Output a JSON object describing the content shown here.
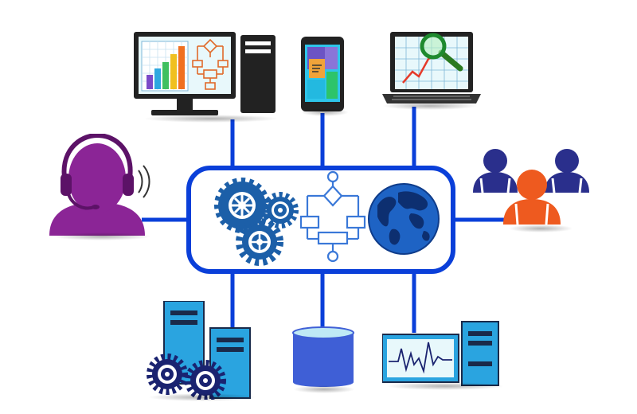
{
  "colors": {
    "connector": "#0a3fd9",
    "gear": "#1c5fa8",
    "globe": "#1e63c4",
    "headset_user": "#8b2596",
    "team_lead": "#ee5a1f",
    "team_member": "#2a2f8c",
    "server": "#2aa4e0",
    "database": "#3f5fd6",
    "device_dark": "#222222",
    "screen_panel": "#e8f8fb"
  },
  "diagram": {
    "hub": {
      "icons": [
        "gears-icon",
        "flowchart-icon",
        "globe-icon"
      ]
    },
    "nodes": [
      {
        "id": "desktop-analytics",
        "icon": "desktop-computer-icon"
      },
      {
        "id": "smartphone",
        "icon": "smartphone-icon"
      },
      {
        "id": "laptop-analytics",
        "icon": "laptop-search-icon"
      },
      {
        "id": "support-agent",
        "icon": "headset-user-icon"
      },
      {
        "id": "team",
        "icon": "user-group-icon"
      },
      {
        "id": "servers-gears",
        "icon": "server-gears-icon"
      },
      {
        "id": "database",
        "icon": "database-icon"
      },
      {
        "id": "monitor-server",
        "icon": "monitor-server-icon"
      }
    ]
  }
}
